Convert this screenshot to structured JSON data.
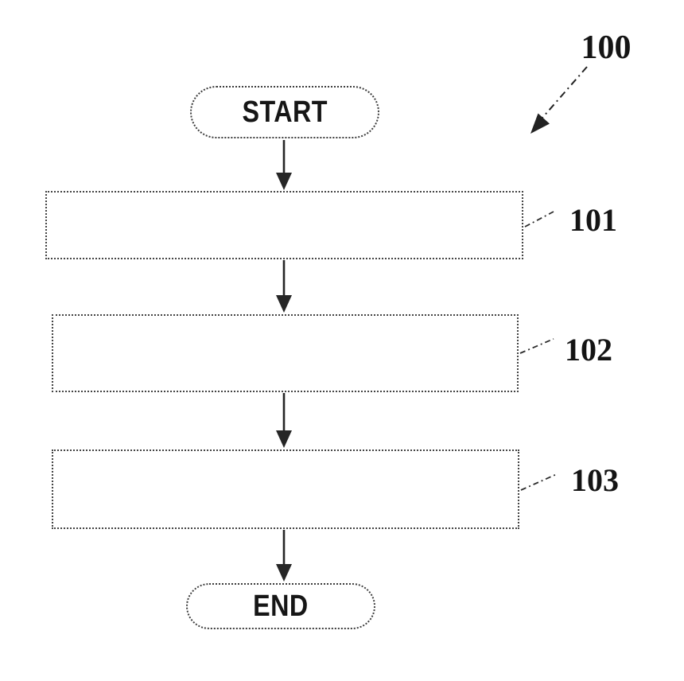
{
  "figure": {
    "reference": "100",
    "nodes": [
      {
        "id": "start",
        "type": "terminal",
        "label": "START",
        "ref": ""
      },
      {
        "id": "step-101",
        "type": "process",
        "label": "",
        "ref": "101"
      },
      {
        "id": "step-102",
        "type": "process",
        "label": "",
        "ref": "102"
      },
      {
        "id": "step-103",
        "type": "process",
        "label": "",
        "ref": "103"
      },
      {
        "id": "end",
        "type": "terminal",
        "label": "END",
        "ref": ""
      }
    ],
    "flow": "start > 101 > 102 > 103 > end",
    "colors": {
      "ink": "#1c1c1c",
      "border": "#444444",
      "background": "#ffffff"
    }
  }
}
